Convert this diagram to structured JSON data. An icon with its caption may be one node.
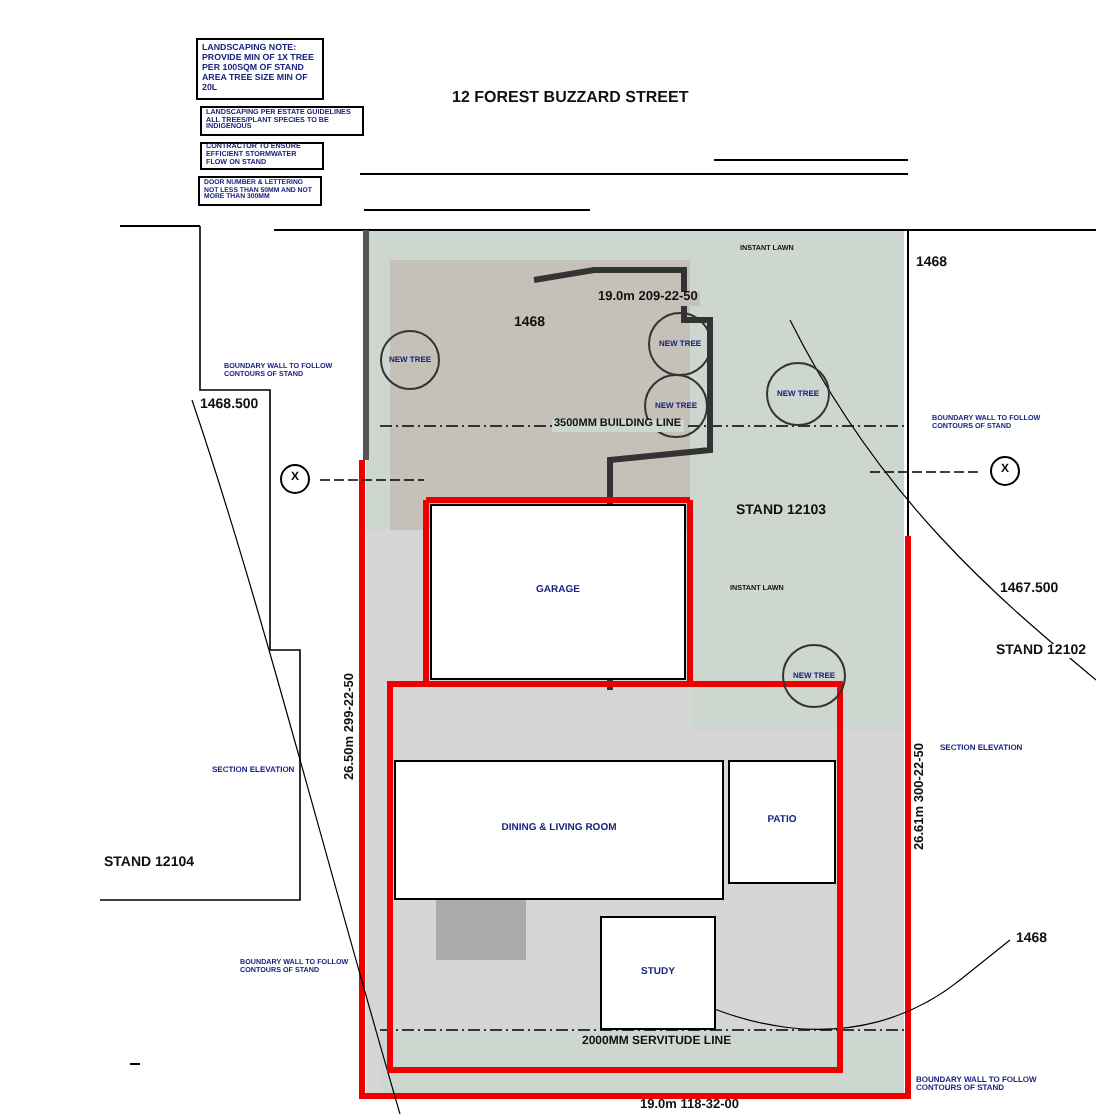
{
  "diagram": {
    "title": "12 FOREST BUZZARD STREET",
    "nodes": [
      {
        "text": [
          "LANDSCAPING NOTE: PROVIDE MIN OF 1X TREE PER 100SQM OF STAND AREA TREE SIZE MIN OF 20L"
        ]
      },
      {
        "text": [
          "LANDSCAPING PER ESTATE GUIDELINES ALL TREES/PLANT SPECIES TO BE INDIGENOUS"
        ]
      },
      {
        "text": [
          "CONTRACTOR TO ENSURE EFFICIENT STORMWATER FLOW ON STAND"
        ]
      },
      {
        "text": [
          "DOOR NUMBER & LETTERING NOT LESS THAN 50MM AND NOT MORE THAN 300MM"
        ]
      },
      {
        "text": [
          "GARAGE"
        ]
      },
      {
        "text": [
          "DINING & LIVING ROOM"
        ]
      },
      {
        "text": [
          "PATIO"
        ]
      },
      {
        "text": [
          "STUDY"
        ]
      },
      {
        "text": [
          "NEW TREE"
        ]
      },
      {
        "text": [
          "NEW TREE"
        ]
      },
      {
        "text": [
          "NEW TREE"
        ]
      },
      {
        "text": [
          "NEW TREE"
        ]
      },
      {
        "text": [
          "NEW TREE"
        ]
      },
      {
        "text": [
          "X"
        ]
      },
      {
        "text": [
          "X"
        ]
      }
    ],
    "labels": [
      "1468",
      "19.0m 209-22-50",
      "1468",
      "1468.500",
      "3500MM BUILDING LINE",
      "STAND 12103",
      "1467.500",
      "STAND 12102",
      "BOUNDARY WALL TO FOLLOW CONTOURS OF STAND",
      "BOUNDARY WALL TO FOLLOW CONTOURS OF STAND",
      "INSTANT LAWN",
      "INSTANT LAWN",
      "SECTION ELEVATION",
      "SECTION ELEVATION",
      "STAND 12104",
      "26.50m 299-22-50",
      "26.61m 300-22-50",
      "BOUNDARY WALL TO FOLLOW CONTOURS OF STAND",
      "1468",
      "2000MM SERVITUDE LINE",
      "BOUNDARY WALL TO FOLLOW CONTOURS OF STAND",
      "19.0m 118-32-00"
    ]
  }
}
